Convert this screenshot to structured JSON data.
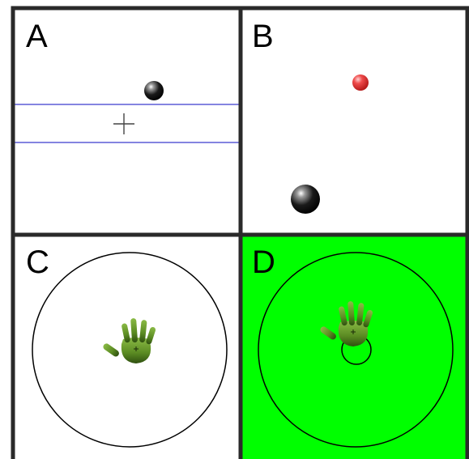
{
  "panels": [
    {
      "label": "A",
      "background": "#ffffff"
    },
    {
      "label": "B",
      "background": "#ffffff"
    },
    {
      "label": "C",
      "background": "#ffffff"
    },
    {
      "label": "D",
      "background": "#00ff00"
    }
  ],
  "colors": {
    "border": "#2a2a2a",
    "band_lines": "#5b5bd6",
    "crosshair": "#444444",
    "ball": "#111111",
    "target_dot": "#e83a3a",
    "ring": "#000000",
    "hand": "#5f8f2a"
  },
  "icons": {
    "ball": "black-sphere-icon",
    "target": "red-dot-icon",
    "hand": "green-hand-icon",
    "crosshair": "crosshair-icon"
  }
}
